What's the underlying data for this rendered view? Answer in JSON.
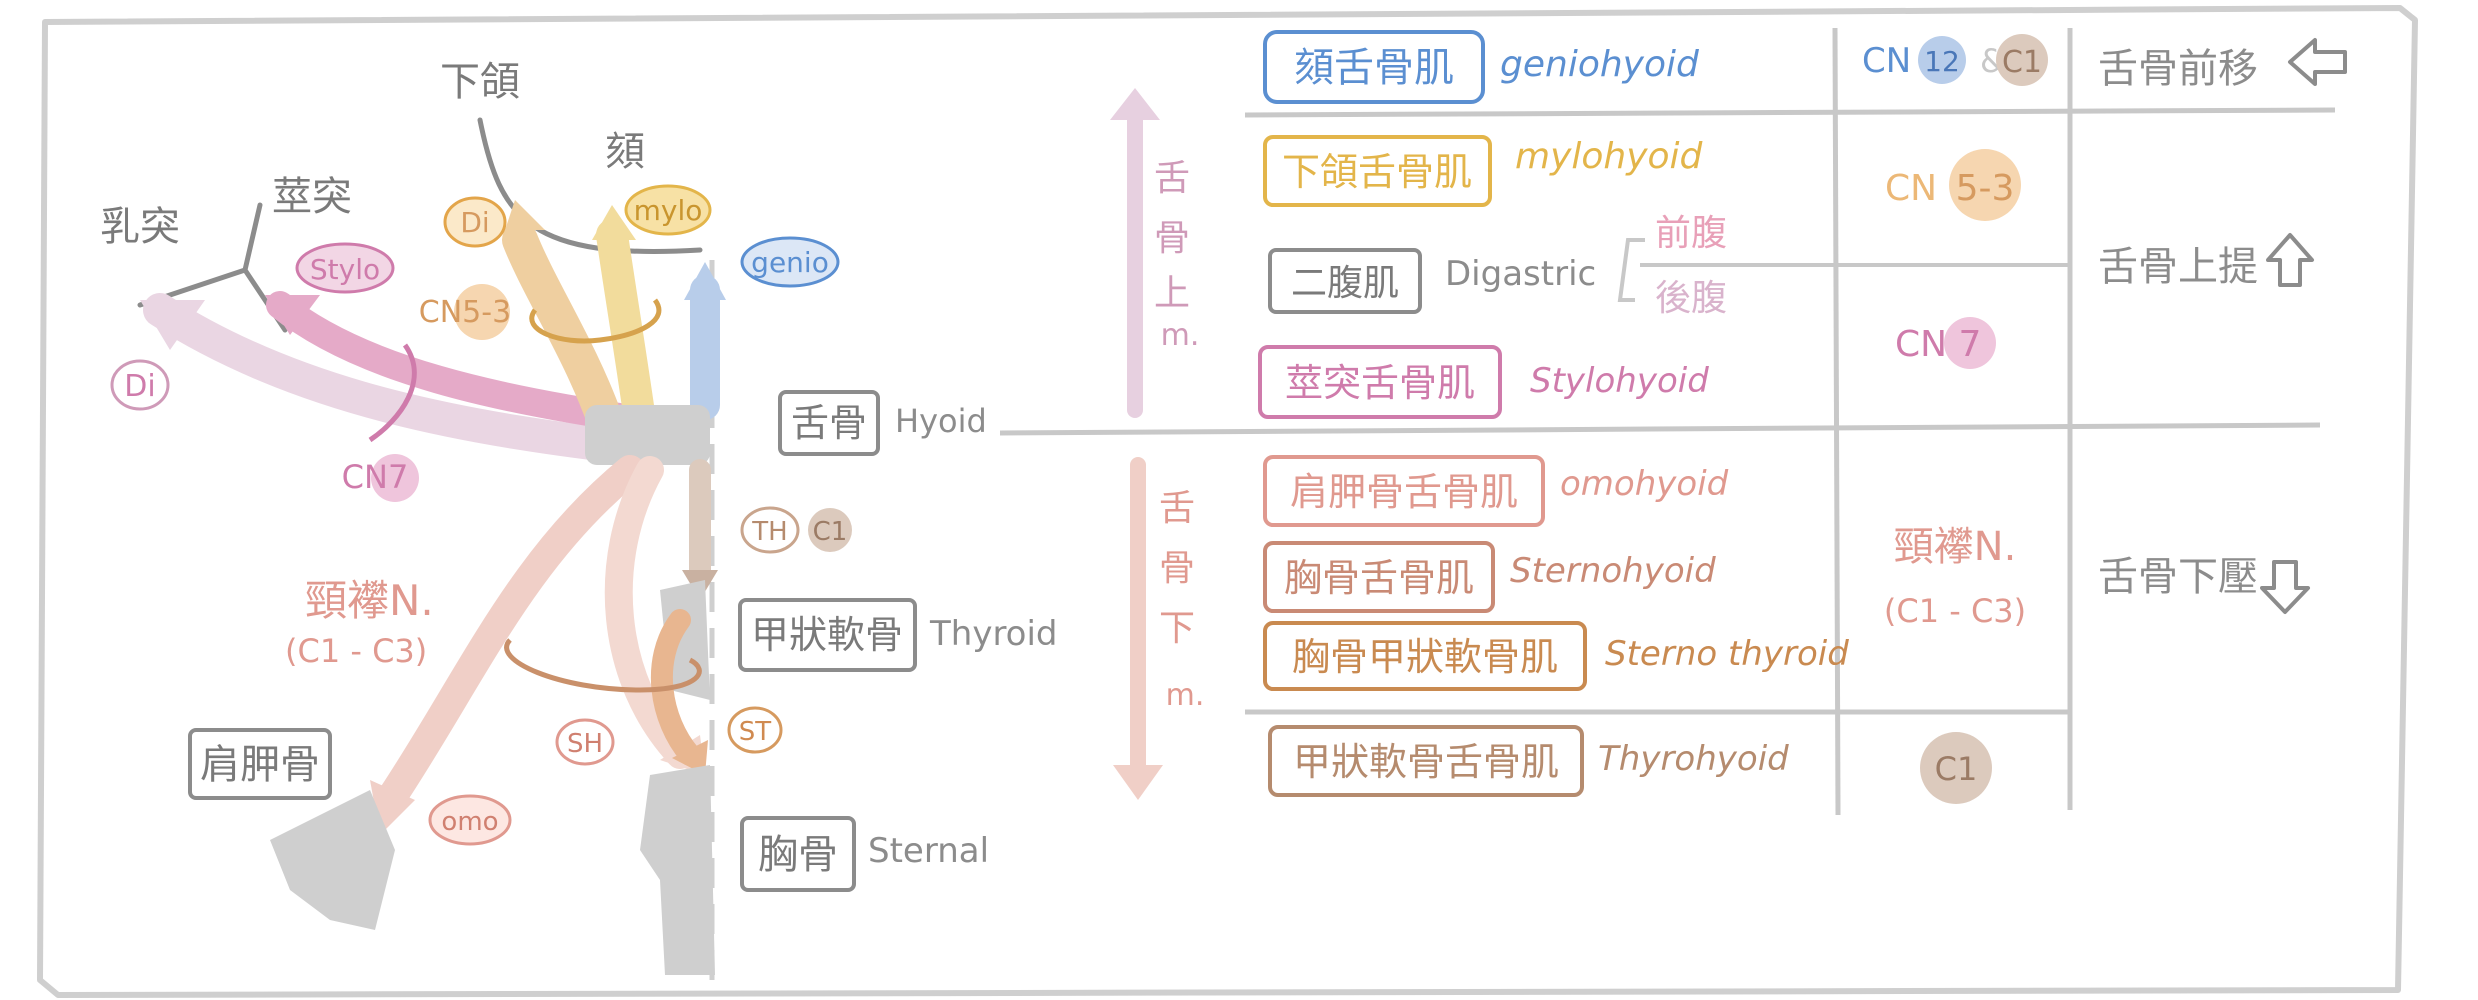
{
  "colors": {
    "gray": "#9a9a9a",
    "dark_gray": "#7a7a7a",
    "blue": "#5b8fd1",
    "blue_fill": "#b8cdea",
    "yellow": "#e3b54a",
    "yellow_fill": "#f2dc9c",
    "pink": "#cf7bab",
    "pink_fill": "#e9b4cd",
    "lavender": "#e7d0e0",
    "salmon": "#e0998f",
    "salmon_fill": "#f0cfc7",
    "orange": "#d69a5f",
    "tan": "#c9a58d",
    "tan_fill": "#dccabd",
    "brown": "#b58b6e",
    "cn_orange": "#ecb877"
  },
  "diagram": {
    "mandible_label": "下頜",
    "chin_label": "頦",
    "mastoid_label": "乳突",
    "styloid_label": "莖突",
    "hyoid_cn": "舌骨",
    "hyoid_en": "Hyoid",
    "thyroid_cn": "甲狀軟骨",
    "thyroid_en": "Thyroid",
    "sternal_cn": "胸骨",
    "sternal_en": "Sternal",
    "scapula_label": "肩胛骨",
    "tag_di_left": "Di",
    "tag_di_top": "Di",
    "tag_stylo": "Stylo",
    "tag_mylo": "mylo",
    "tag_genio": "genio",
    "tag_cn53": "CN5-3",
    "tag_cn7": "CN7",
    "tag_th": "TH",
    "tag_c1": "C1",
    "tag_sh": "SH",
    "tag_st": "ST",
    "tag_omo": "omo",
    "ansa_label": "頸襻N.",
    "ansa_range": "(C1 - C3)"
  },
  "table": {
    "suprahyoid_vertical": [
      "舌",
      "骨",
      "上",
      "m."
    ],
    "infrahyoid_vertical": [
      "舌",
      "骨",
      "下",
      "m."
    ],
    "muscles": [
      {
        "cn": "頦舌骨肌",
        "en": "geniohyoid"
      },
      {
        "cn": "下頜舌骨肌",
        "en": "mylohyoid"
      },
      {
        "cn": "二腹肌",
        "en": "Digastric"
      },
      {
        "cn": "莖突舌骨肌",
        "en": "Stylohyoid"
      },
      {
        "cn": "肩胛骨舌骨肌",
        "en": "omohyoid"
      },
      {
        "cn": "胸骨舌骨肌",
        "en": "Sternohyoid"
      },
      {
        "cn": "胸骨甲狀軟骨肌",
        "en": "Sterno thyroid"
      },
      {
        "cn": "甲狀軟骨舌骨肌",
        "en": "Thyrohyoid"
      }
    ],
    "digastric_anterior": "前腹",
    "digastric_posterior": "後腹",
    "nerves": {
      "genio_prefix": "CN",
      "genio_num": "12",
      "genio_amp": "&",
      "genio_c1": "C1",
      "mylo_prefix": "CN",
      "mylo_num": "5-3",
      "stylo_prefix": "CN",
      "stylo_num": "7",
      "ansa": "頸襻N.",
      "ansa_range": "(C1 - C3)",
      "thyro": "C1"
    },
    "actions": {
      "forward": "舌骨前移",
      "up": "舌骨上提",
      "down": "舌骨下壓"
    },
    "action_icons": {
      "forward": "arrow-left-icon",
      "up": "arrow-up-icon",
      "down": "arrow-down-icon"
    }
  }
}
